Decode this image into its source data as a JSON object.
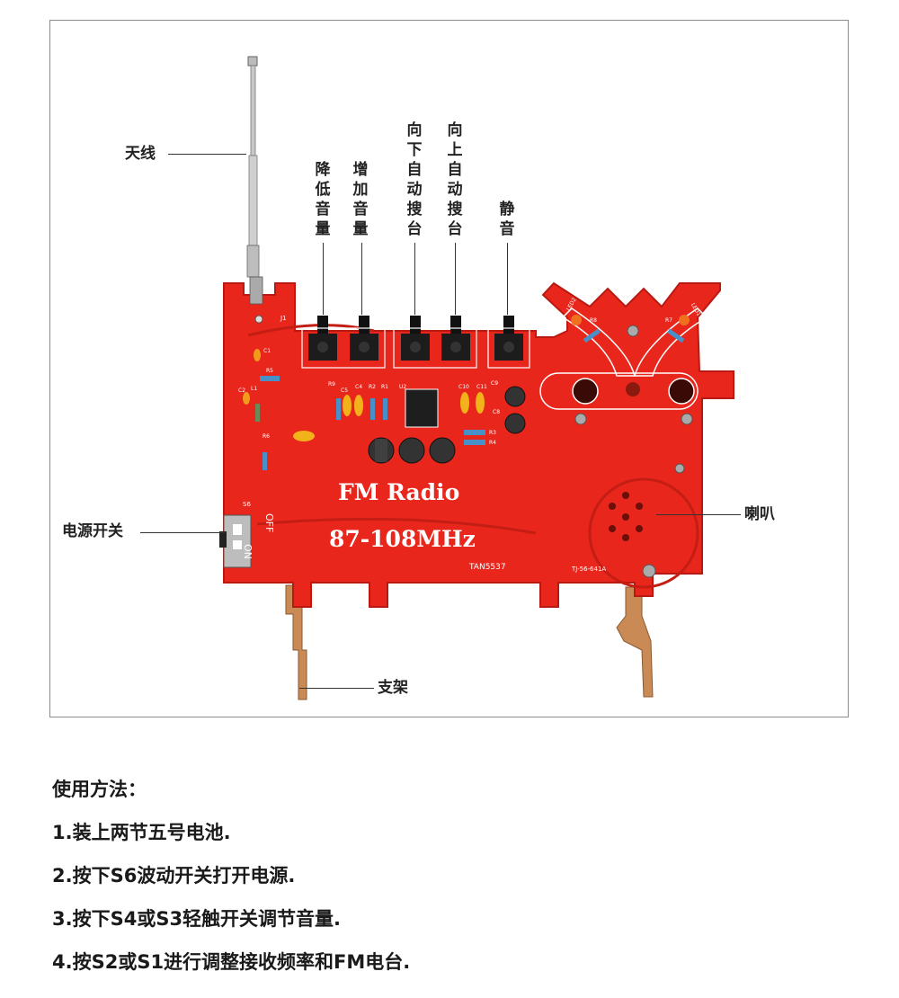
{
  "labels": {
    "antenna": "天线",
    "vol_down": "降低音量",
    "vol_up": "增加音量",
    "seek_down": "向下自动搜台",
    "seek_up": "向上自动搜台",
    "mute": "静音",
    "power_switch": "电源开关",
    "speaker": "喇叭",
    "stand": "支架"
  },
  "board": {
    "title": "FM Radio",
    "band": "87-108MHz",
    "chip": "TAN5537",
    "model": "TJ-56-641A",
    "switch_ref": "S6",
    "switch_on": "ON",
    "switch_off": "OFF",
    "antenna_ref": "J1",
    "components": [
      "C1",
      "C2",
      "L1",
      "R5",
      "R6",
      "R9",
      "C5",
      "C4",
      "R2",
      "R1",
      "U2",
      "C10",
      "C11",
      "C9",
      "C8",
      "R3",
      "R4",
      "LED2",
      "R8",
      "R7",
      "LED1"
    ]
  },
  "instructions": {
    "heading": "使用方法：",
    "steps": [
      "1.装上两节五号电池.",
      "2.按下S6波动开关打开电源.",
      "3.按下S4或S3轻触开关调节音量.",
      "4.按S2或S1进行调整接收频率和FM电台."
    ]
  },
  "colors": {
    "pcb": "#e8261c",
    "pcb_dark": "#b81a12",
    "silkscreen": "#ffffff",
    "copper": "#c98a55"
  }
}
